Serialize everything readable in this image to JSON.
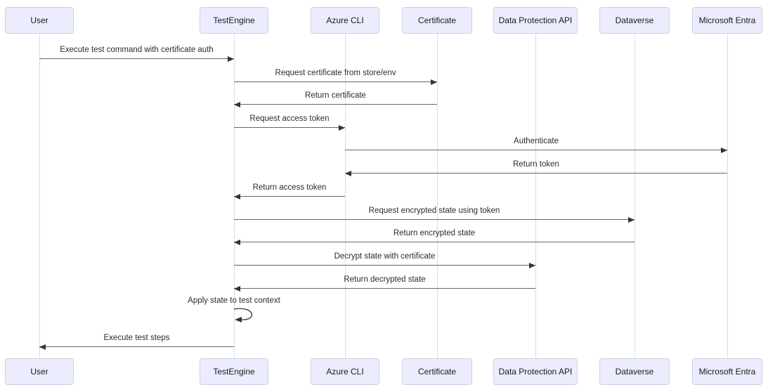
{
  "diagram_type": "sequence",
  "colors": {
    "actor_fill": "#ECECFF",
    "actor_border": "#cfcfe8",
    "lifeline": "#d9d9f0",
    "signal_line": "#666666",
    "arrowhead": "#333333",
    "text": "#2b2b2b",
    "background": "#ffffff"
  },
  "participants": [
    {
      "label": "User"
    },
    {
      "label": "TestEngine"
    },
    {
      "label": "Azure CLI"
    },
    {
      "label": "Certificate"
    },
    {
      "label": "Data Protection API"
    },
    {
      "label": "Dataverse"
    },
    {
      "label": "Microsoft Entra"
    }
  ],
  "messages": [
    {
      "from": 0,
      "to": 1,
      "text": "Execute test command with certificate auth",
      "self": false
    },
    {
      "from": 1,
      "to": 3,
      "text": "Request certificate from store/env",
      "self": false
    },
    {
      "from": 3,
      "to": 1,
      "text": "Return certificate",
      "self": false
    },
    {
      "from": 1,
      "to": 2,
      "text": "Request access token",
      "self": false
    },
    {
      "from": 2,
      "to": 6,
      "text": "Authenticate",
      "self": false
    },
    {
      "from": 6,
      "to": 2,
      "text": "Return token",
      "self": false
    },
    {
      "from": 2,
      "to": 1,
      "text": "Return access token",
      "self": false
    },
    {
      "from": 1,
      "to": 5,
      "text": "Request encrypted state using token",
      "self": false
    },
    {
      "from": 5,
      "to": 1,
      "text": "Return encrypted state",
      "self": false
    },
    {
      "from": 1,
      "to": 4,
      "text": "Decrypt state with certificate",
      "self": false
    },
    {
      "from": 4,
      "to": 1,
      "text": "Return decrypted state",
      "self": false
    },
    {
      "from": 1,
      "to": 1,
      "text": "Apply state to test context",
      "self": true
    },
    {
      "from": 1,
      "to": 0,
      "text": "Execute test steps",
      "self": false
    }
  ]
}
